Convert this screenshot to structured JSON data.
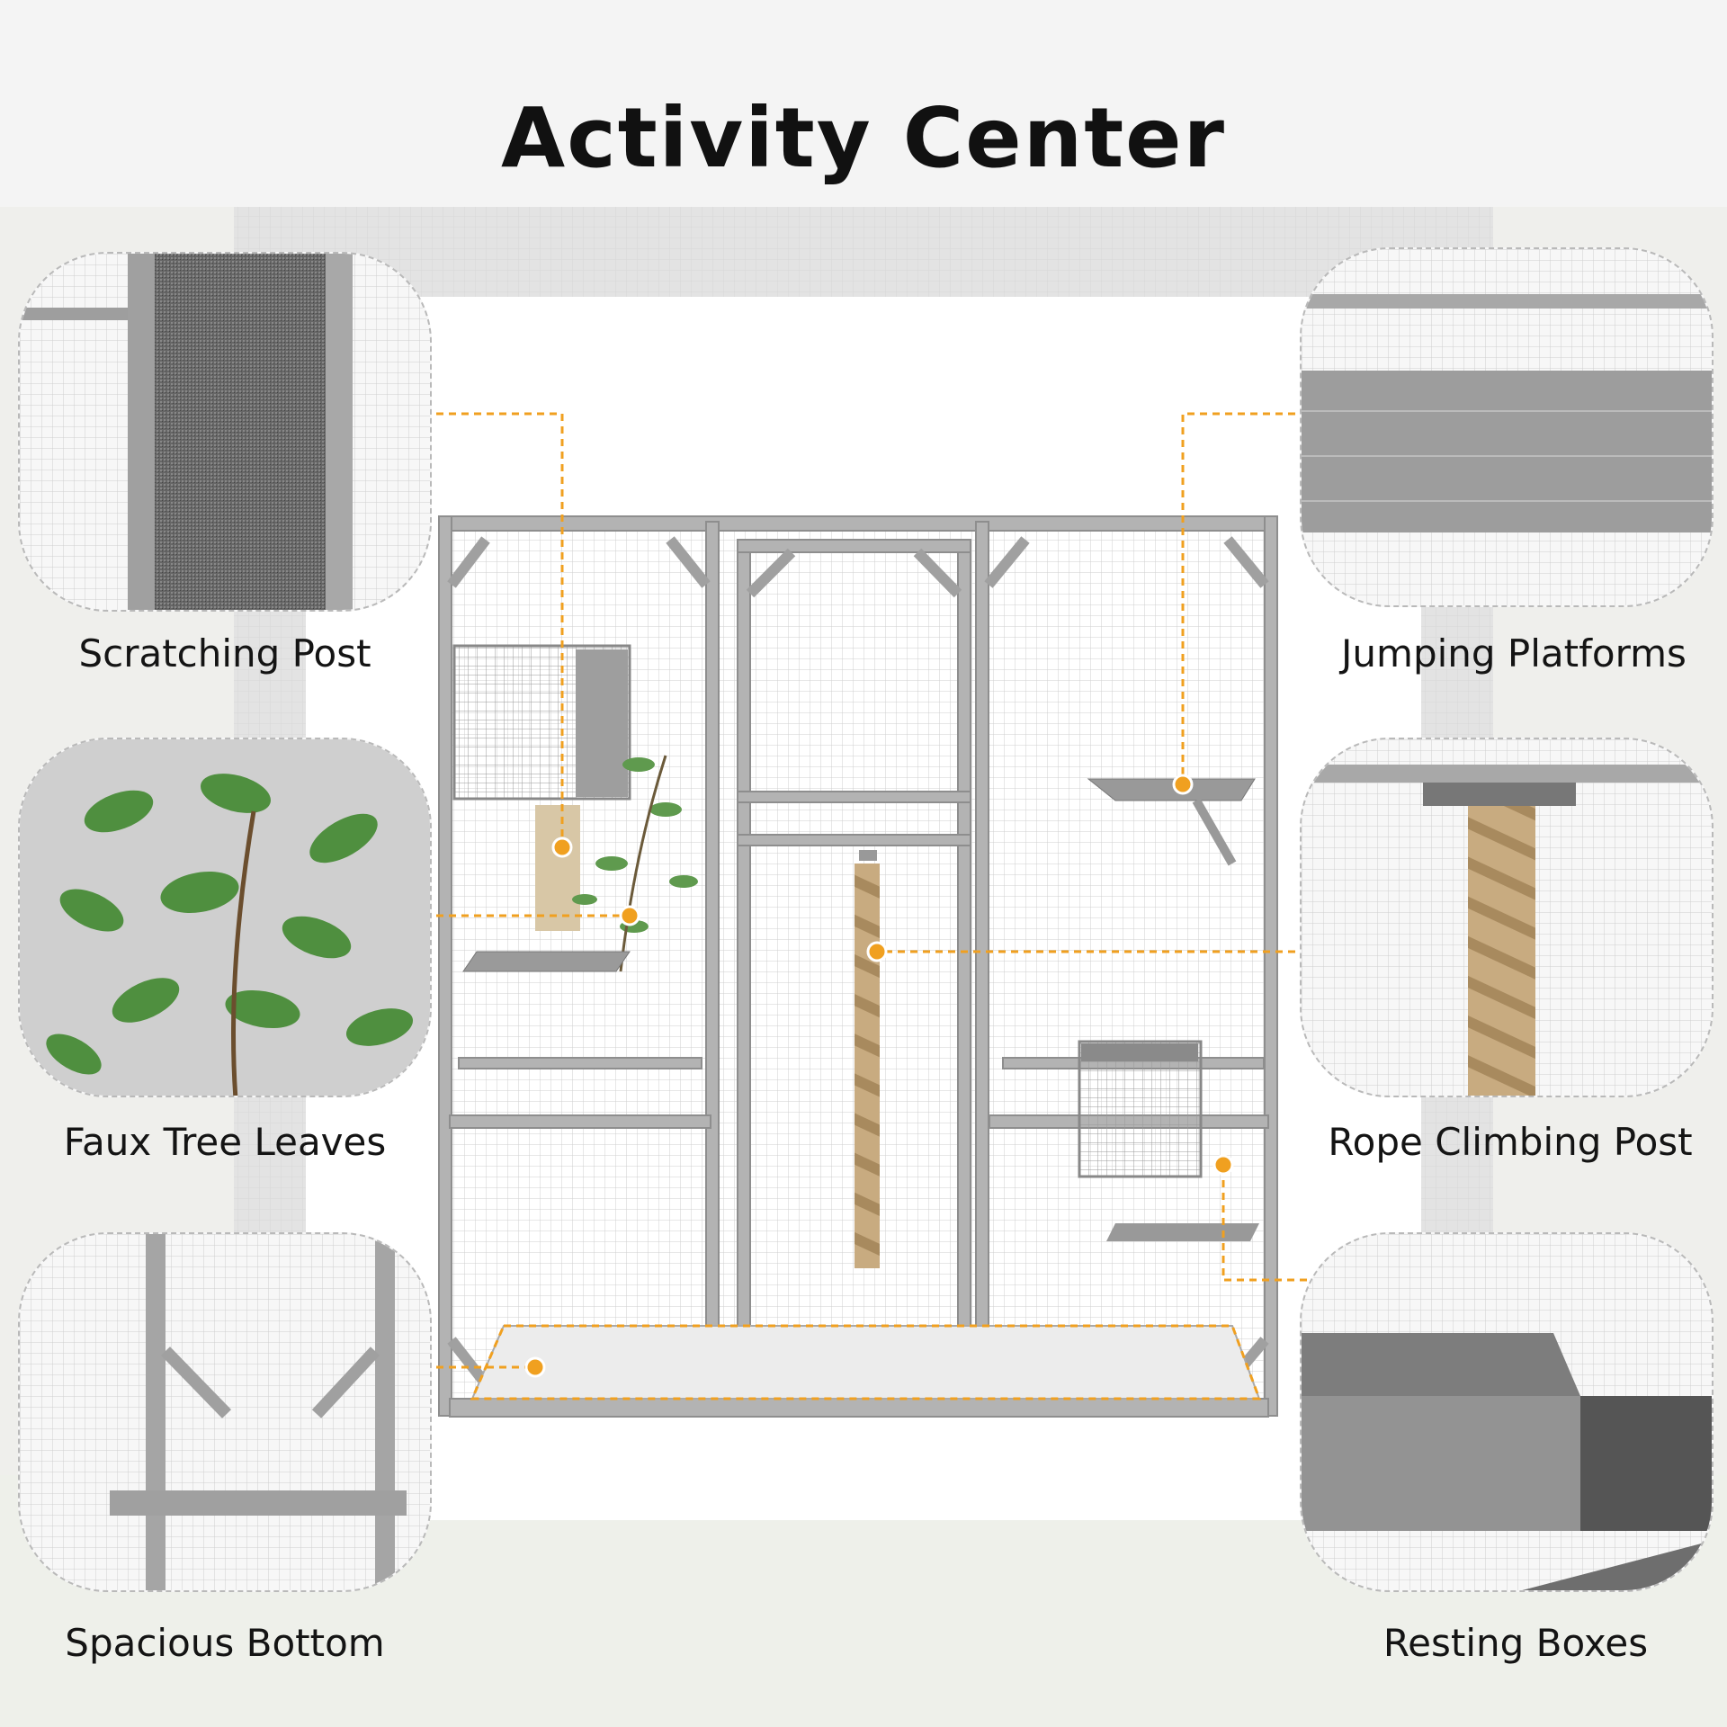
{
  "title": "Activity Center",
  "features": {
    "scratching_post": "Scratching Post",
    "faux_tree_leaves": "Faux Tree Leaves",
    "spacious_bottom": "Spacious Bottom",
    "jumping_platforms": "Jumping Platforms",
    "rope_climbing_post": "Rope Climbing Post",
    "resting_boxes": "Resting Boxes"
  },
  "colors": {
    "callout_orange": "#f0a020",
    "frame_grey": "#a8a8a8",
    "wood_grey": "#8f8f8f"
  }
}
